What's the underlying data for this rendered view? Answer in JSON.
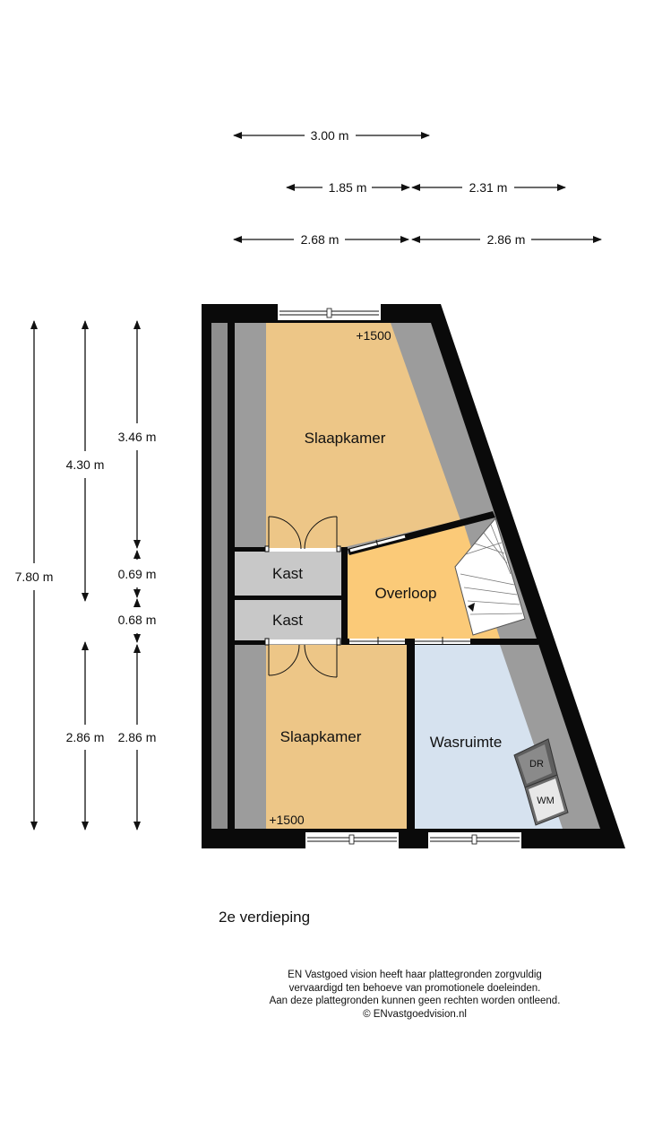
{
  "dimensions": {
    "top_overall": "3.00 m",
    "top_mid_left": "1.85 m",
    "top_mid_right": "2.31 m",
    "top_low_left": "2.68 m",
    "top_low_right": "2.86 m",
    "left_total": "7.80 m",
    "left_upper": "4.30 m",
    "left_lower": "2.86 m",
    "inner_1": "3.46 m",
    "inner_2": "0.69 m",
    "inner_3": "0.68 m",
    "inner_4": "2.86 m"
  },
  "rooms": {
    "bedroom_top": "Slaapkamer",
    "closet_1": "Kast",
    "closet_2": "Kast",
    "landing": "Overloop",
    "bedroom_bottom": "Slaapkamer",
    "laundry": "Wasruimte"
  },
  "heights": {
    "top": "+1500",
    "bottom": "+1500"
  },
  "appliances": {
    "dryer": "DR",
    "washer": "WM"
  },
  "floor_label": "2e verdieping",
  "credits": [
    "EN Vastgoed vision heeft haar plattegronden zorgvuldig",
    "vervaardigd ten behoeve van promotionele doeleinden.",
    "Aan deze plattegronden kunnen geen rechten worden ontleend.",
    "© ENvastgoedvision.nl"
  ],
  "colors": {
    "bedroom": "#edc687",
    "landing": "#fbca78",
    "laundry": "#d6e2ef",
    "closet": "#c8c8c8",
    "sloped_ceiling": "#9c9c9c",
    "wall": "#0a0a0a"
  }
}
